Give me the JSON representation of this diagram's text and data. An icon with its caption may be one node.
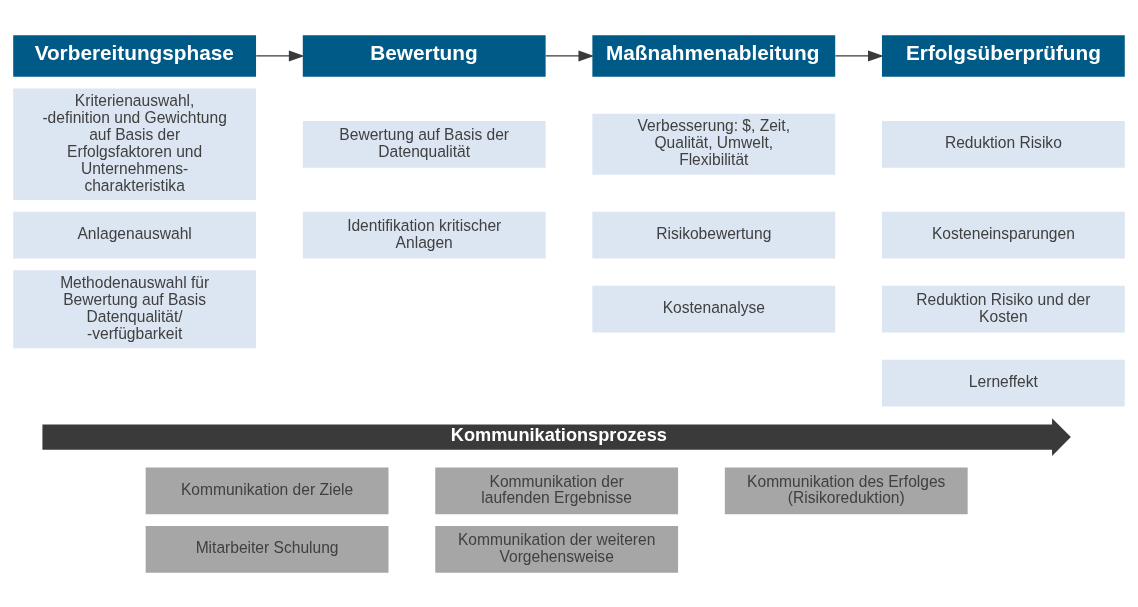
{
  "diagram": {
    "nodes": [
      {
        "text": [
          "Vorbereitungsphase"
        ]
      },
      {
        "text": [
          "Bewertung"
        ]
      },
      {
        "text": [
          "Maßnahmenableitung"
        ]
      },
      {
        "text": [
          "Erfolgsüberprüfung"
        ]
      },
      {
        "text": [
          "Kriterienauswahl, -definition und Gewichtung auf Basis der Erfolgsfaktoren und Unternehmens- charakteristika"
        ]
      },
      {
        "text": [
          "Anlagenauswahl"
        ]
      },
      {
        "text": [
          "Methodenauswahl für Bewertung auf Basis Datenqualität/ -verfügbarkeit"
        ]
      },
      {
        "text": [
          "Bewertung auf Basis der Datenqualität"
        ]
      },
      {
        "text": [
          "Identifikation kritischer Anlagen"
        ]
      },
      {
        "text": [
          "Verbesserung: $, Zeit, Qualität, Umwelt, Flexibilität"
        ]
      },
      {
        "text": [
          "Risikobewertung"
        ]
      },
      {
        "text": [
          "Kostenanalyse"
        ]
      },
      {
        "text": [
          "Reduktion Risiko"
        ]
      },
      {
        "text": [
          "Kosteneinsparungen"
        ]
      },
      {
        "text": [
          "Reduktion Risiko und der Kosten"
        ]
      },
      {
        "text": [
          "Lerneffekt"
        ]
      },
      {
        "text": [
          "Kommunikationsprozess"
        ]
      },
      {
        "text": [
          "Kommunikation der Ziele"
        ]
      },
      {
        "text": [
          "Kommunikation der laufenden Ergebnisse"
        ]
      },
      {
        "text": [
          "Kommunikation des Erfolges (Risikoreduktion)"
        ]
      },
      {
        "text": [
          "Mitarbeiter Schulung"
        ]
      },
      {
        "text": [
          "Kommunikation der weiteren Vorgehensweise"
        ]
      }
    ],
    "edges": [
      {
        "from": 0,
        "to": 1,
        "arrow": "to"
      },
      {
        "from": 1,
        "to": 2,
        "arrow": "to"
      },
      {
        "from": 2,
        "to": 3,
        "arrow": "to"
      }
    ]
  }
}
